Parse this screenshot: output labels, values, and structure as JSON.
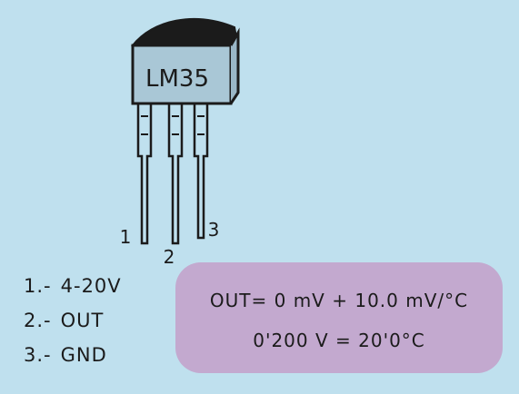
{
  "component": {
    "label": "LM35",
    "pin_numbers": [
      "1",
      "2",
      "3"
    ]
  },
  "pins": [
    {
      "number": "1.-",
      "function": "4-20V"
    },
    {
      "number": "2.-",
      "function": "OUT"
    },
    {
      "number": "3.-",
      "function": "GND"
    }
  ],
  "formulas": [
    "OUT= 0 mV + 10.0 mV/°C",
    "0'200 V = 20'0°C"
  ],
  "colors": {
    "background": "#bfe0ee",
    "box": "#c3a9cf",
    "ink": "#1b1b1b",
    "body": "#a9c7d6"
  }
}
